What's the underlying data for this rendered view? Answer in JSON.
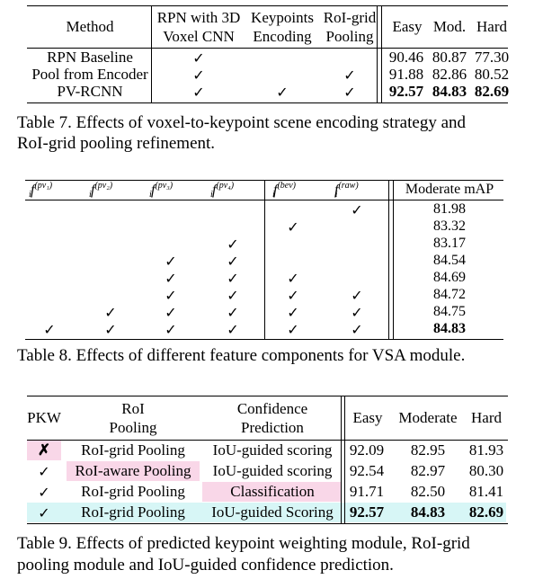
{
  "table7": {
    "headers": {
      "method": "Method",
      "rpn_l1": "RPN with 3D",
      "rpn_l2": "Voxel CNN",
      "kp_l1": "Keypoints",
      "kp_l2": "Encoding",
      "roi_l1": "RoI-grid",
      "roi_l2": "Pooling",
      "easy": "Easy",
      "mod": "Mod.",
      "hard": "Hard"
    },
    "rows": [
      {
        "method": "RPN Baseline",
        "rpn": "✓",
        "kp": "",
        "roi": "",
        "easy": "90.46",
        "mod": "80.87",
        "hard": "77.30"
      },
      {
        "method": "Pool from Encoder",
        "rpn": "✓",
        "kp": "",
        "roi": "✓",
        "easy": "91.88",
        "mod": "82.86",
        "hard": "80.52"
      },
      {
        "method": "PV-RCNN",
        "rpn": "✓",
        "kp": "✓",
        "roi": "✓",
        "easy": "92.57",
        "mod": "84.83",
        "hard": "82.69"
      }
    ],
    "caption_l1": "Table 7. Effects of voxel-to-keypoint scene encoding strategy and",
    "caption_l2": "RoI-grid pooling refinement."
  },
  "table8": {
    "headers": {
      "f": "f",
      "sub": "i",
      "pv1": "(pv₁)",
      "pv2": "(pv₂)",
      "pv3": "(pv₃)",
      "pv4": "(pv₄)",
      "bev": "(bev)",
      "raw": "(raw)",
      "map": "Moderate mAP"
    },
    "rows": [
      {
        "pv1": "",
        "pv2": "",
        "pv3": "",
        "pv4": "",
        "bev": "",
        "raw": "✓",
        "map": "81.98"
      },
      {
        "pv1": "",
        "pv2": "",
        "pv3": "",
        "pv4": "",
        "bev": "✓",
        "raw": "",
        "map": "83.32"
      },
      {
        "pv1": "",
        "pv2": "",
        "pv3": "",
        "pv4": "✓",
        "bev": "",
        "raw": "",
        "map": "83.17"
      },
      {
        "pv1": "",
        "pv2": "",
        "pv3": "✓",
        "pv4": "✓",
        "bev": "",
        "raw": "",
        "map": "84.54"
      },
      {
        "pv1": "",
        "pv2": "",
        "pv3": "✓",
        "pv4": "✓",
        "bev": "✓",
        "raw": "",
        "map": "84.69"
      },
      {
        "pv1": "",
        "pv2": "",
        "pv3": "✓",
        "pv4": "✓",
        "bev": "✓",
        "raw": "✓",
        "map": "84.72"
      },
      {
        "pv1": "",
        "pv2": "✓",
        "pv3": "✓",
        "pv4": "✓",
        "bev": "✓",
        "raw": "✓",
        "map": "84.75"
      },
      {
        "pv1": "✓",
        "pv2": "✓",
        "pv3": "✓",
        "pv4": "✓",
        "bev": "✓",
        "raw": "✓",
        "map": "84.83"
      }
    ],
    "caption": "Table 8. Effects of different feature components for VSA module."
  },
  "table9": {
    "headers": {
      "pkw": "PKW",
      "roi_l1": "RoI",
      "roi_l2": "Pooling",
      "conf_l1": "Confidence",
      "conf_l2": "Prediction",
      "easy": "Easy",
      "moderate": "Moderate",
      "hard": "Hard"
    },
    "rows": [
      {
        "pkw": "✗",
        "roi": "RoI-grid Pooling",
        "conf": "IoU-guided scoring",
        "easy": "92.09",
        "moderate": "82.95",
        "hard": "81.93"
      },
      {
        "pkw": "✓",
        "roi": "RoI-aware Pooling",
        "conf": "IoU-guided scoring",
        "easy": "92.54",
        "moderate": "82.97",
        "hard": "80.30"
      },
      {
        "pkw": "✓",
        "roi": "RoI-grid Pooling",
        "conf": "Classification",
        "easy": "91.71",
        "moderate": "82.50",
        "hard": "81.41"
      },
      {
        "pkw": "✓",
        "roi": "RoI-grid Pooling",
        "conf": "IoU-guided Scoring",
        "easy": "92.57",
        "moderate": "84.83",
        "hard": "82.69"
      }
    ],
    "caption_l1": "Table 9. Effects of predicted keypoint weighting module, RoI-grid",
    "caption_l2": "pooling module and IoU-guided confidence prediction.",
    "colors": {
      "pink": "#f9d7e8",
      "cyan": "#d7f6f6"
    }
  }
}
